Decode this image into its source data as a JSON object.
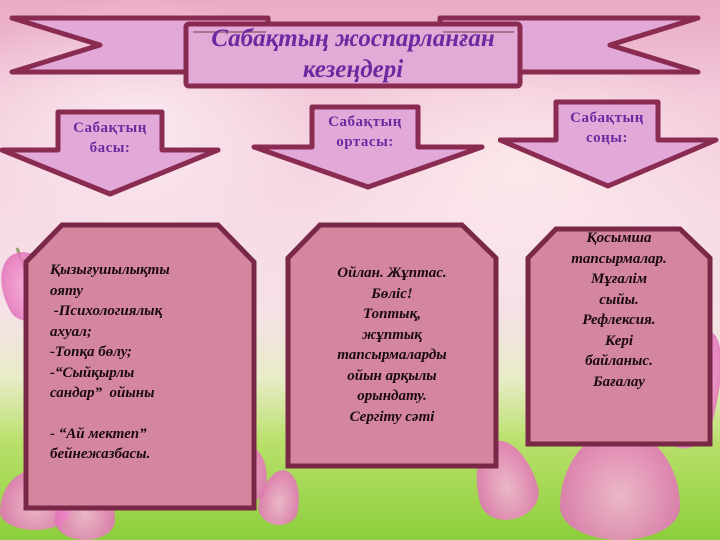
{
  "slide": {
    "title_line1": "Сабақтың жоспарланған",
    "title_line2": "кезеңдері"
  },
  "colors": {
    "ribbon_fill": "#e2a9d8",
    "ribbon_border": "#8a2b52",
    "box_fill": "#d4869f",
    "box_border": "#7a2848",
    "title_text": "#6b2aa0",
    "body_text": "#1a0a10"
  },
  "stages": [
    {
      "label_line1": "Сабақтың",
      "label_line2": "басы:",
      "lines": [
        "Қызығушылықты",
        "ояту",
        " -Психологиялық",
        "ахуал;",
        "-Топқа бөлу;",
        "-“Сыйқырлы",
        "сандар”  ойыны",
        "",
        "- “Ай мектеп”",
        "бейнежазбасы."
      ]
    },
    {
      "label_line1": "Сабақтың",
      "label_line2": "ортасы:",
      "lines": [
        "Ойлан. Жұптас.",
        "Бөліс!",
        "Топтық,",
        "жұптық",
        "тапсырмаларды",
        "ойын арқылы",
        "орындату.",
        "Сергіту сәті"
      ]
    },
    {
      "label_line1": "Сабақтың",
      "label_line2": "соңы:",
      "lines": [
        "Қосымша",
        "тапсырмалар.",
        "Мұғалім",
        "сыйы.",
        "Рефлексия.",
        "Кері",
        "байланыс.",
        "Бағалау"
      ]
    }
  ]
}
